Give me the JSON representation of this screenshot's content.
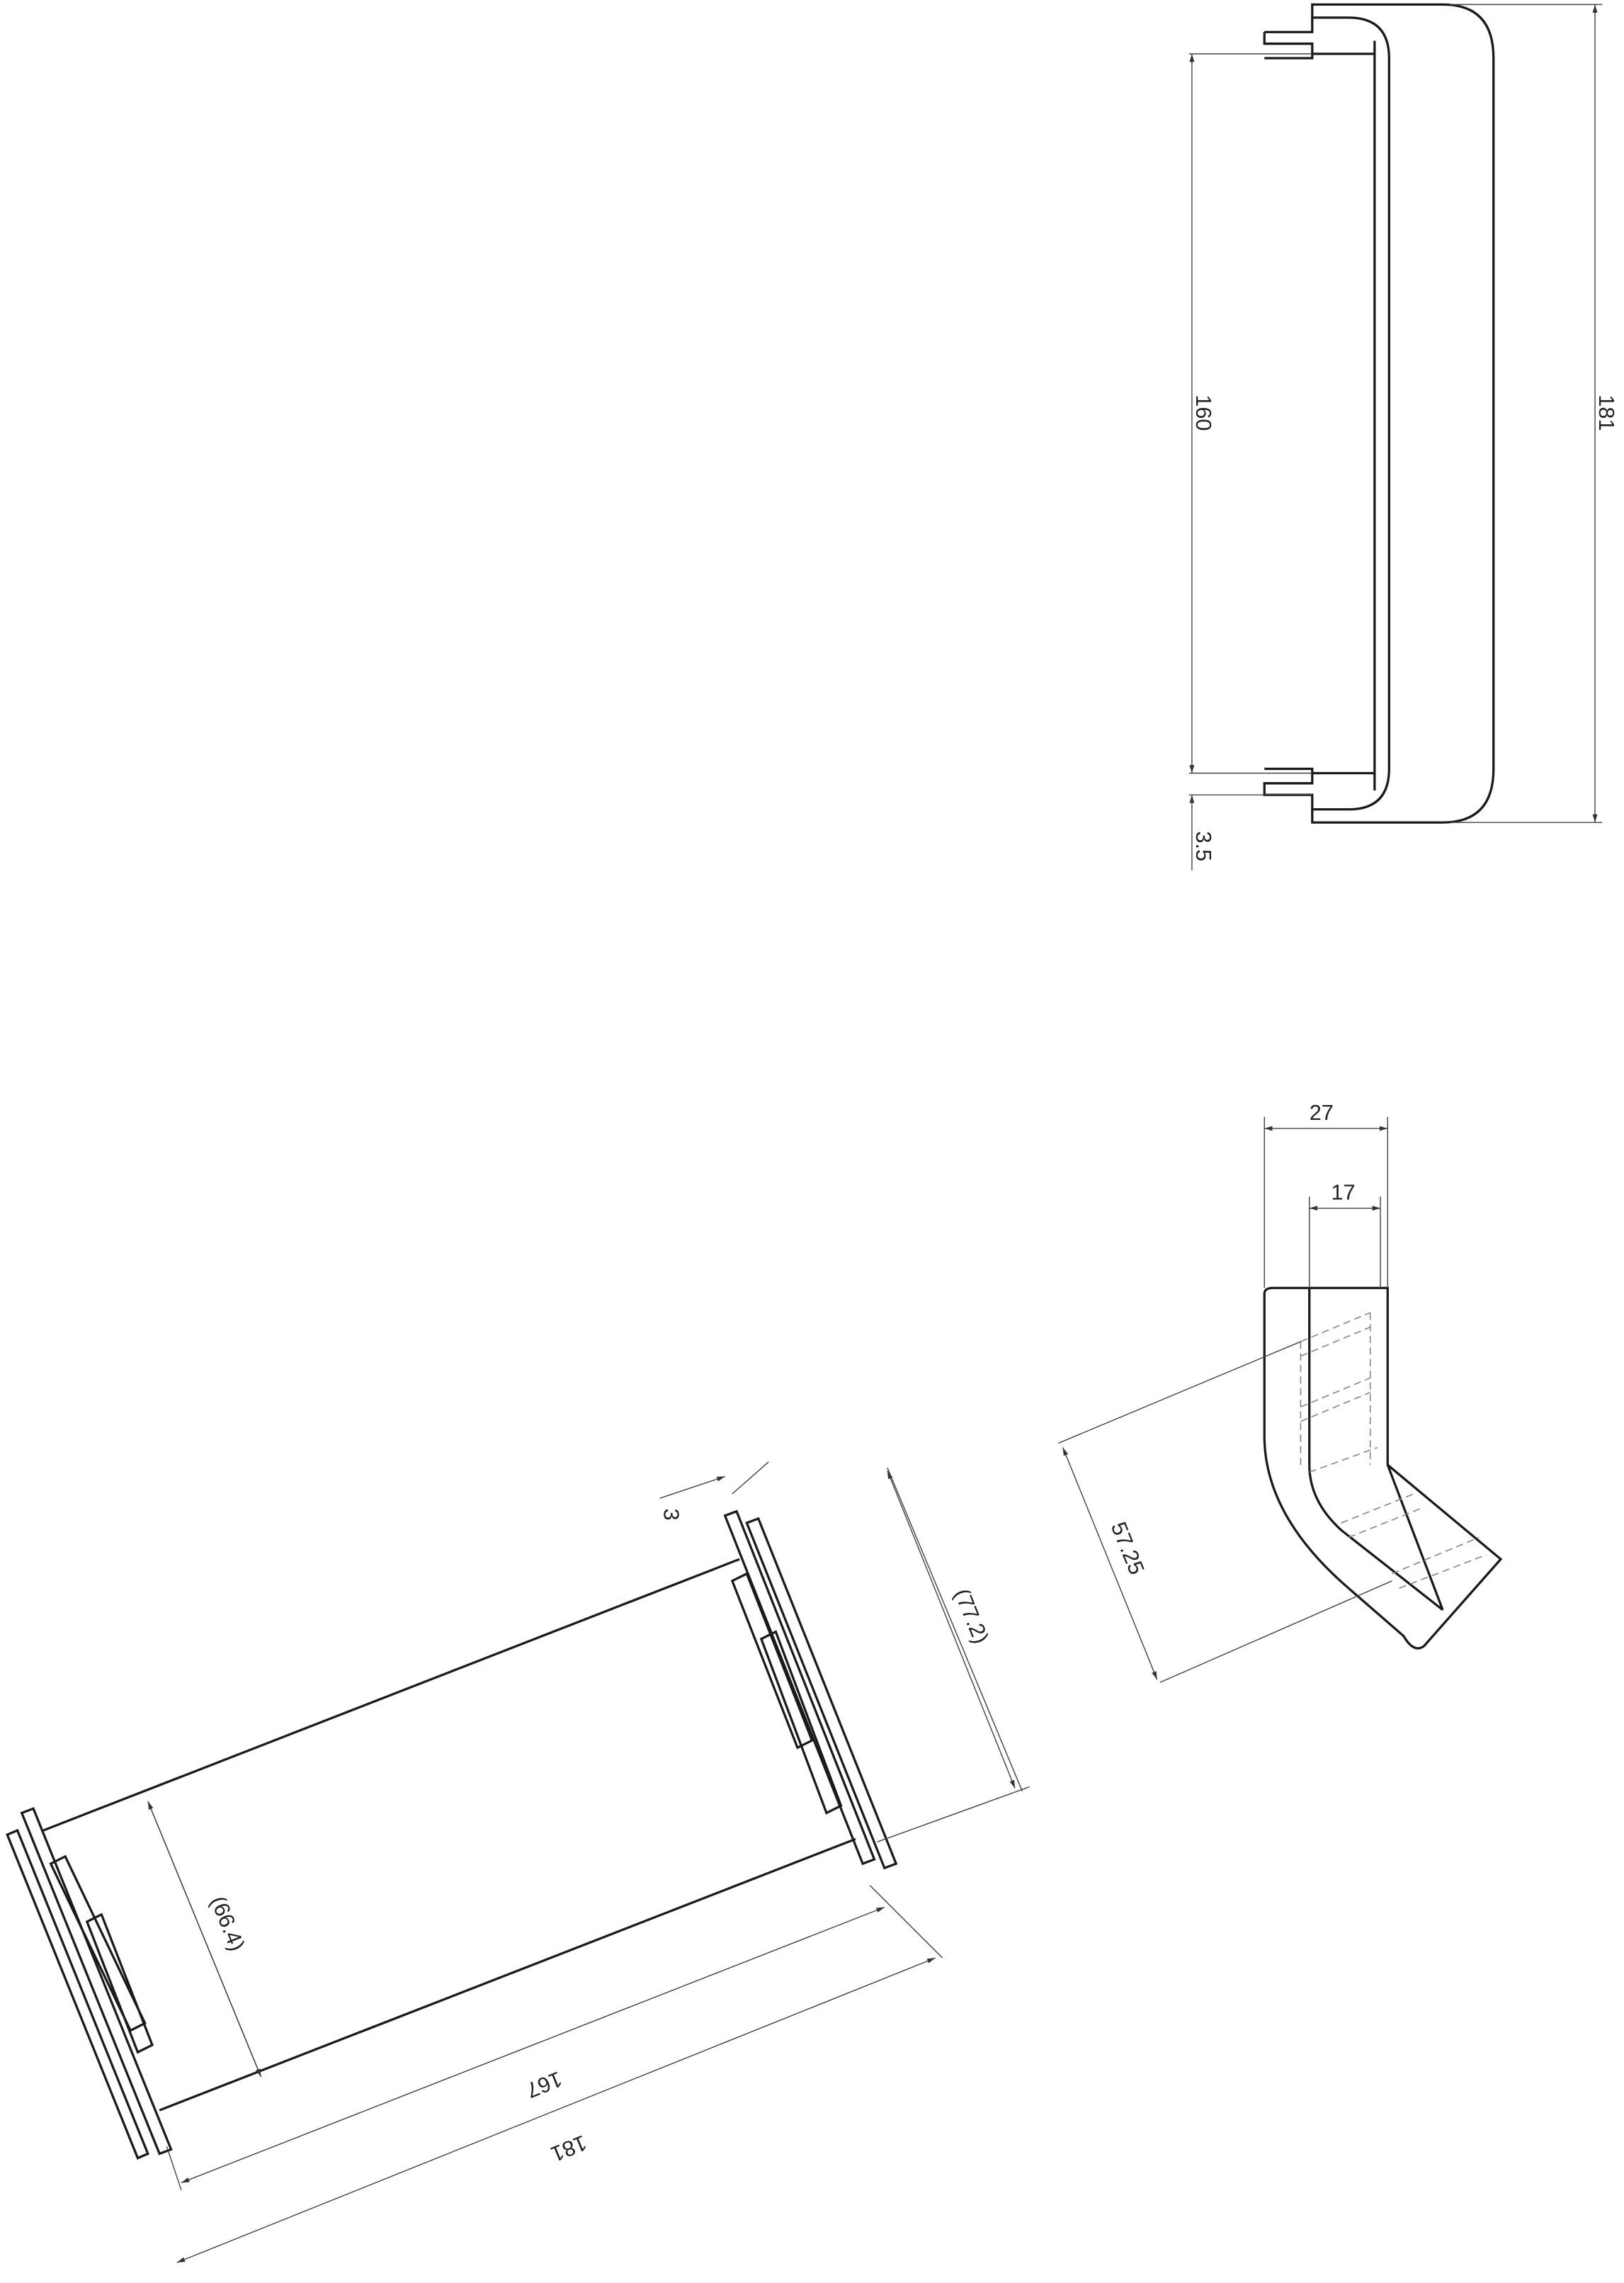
{
  "top_view": {
    "inner_length": "160",
    "overall_length": "181",
    "lip": "3.5"
  },
  "elbow_view": {
    "width_outer": "27",
    "width_inner": "17",
    "diagonal": "57.25"
  },
  "side_view": {
    "offset": "3",
    "right_height": "(77.2)",
    "left_height": "(66.4)",
    "inner_length": "167",
    "overall_length": "181"
  },
  "colors": {
    "line": "#1a1a1a",
    "dimension": "#444444",
    "hidden": "#888888"
  }
}
